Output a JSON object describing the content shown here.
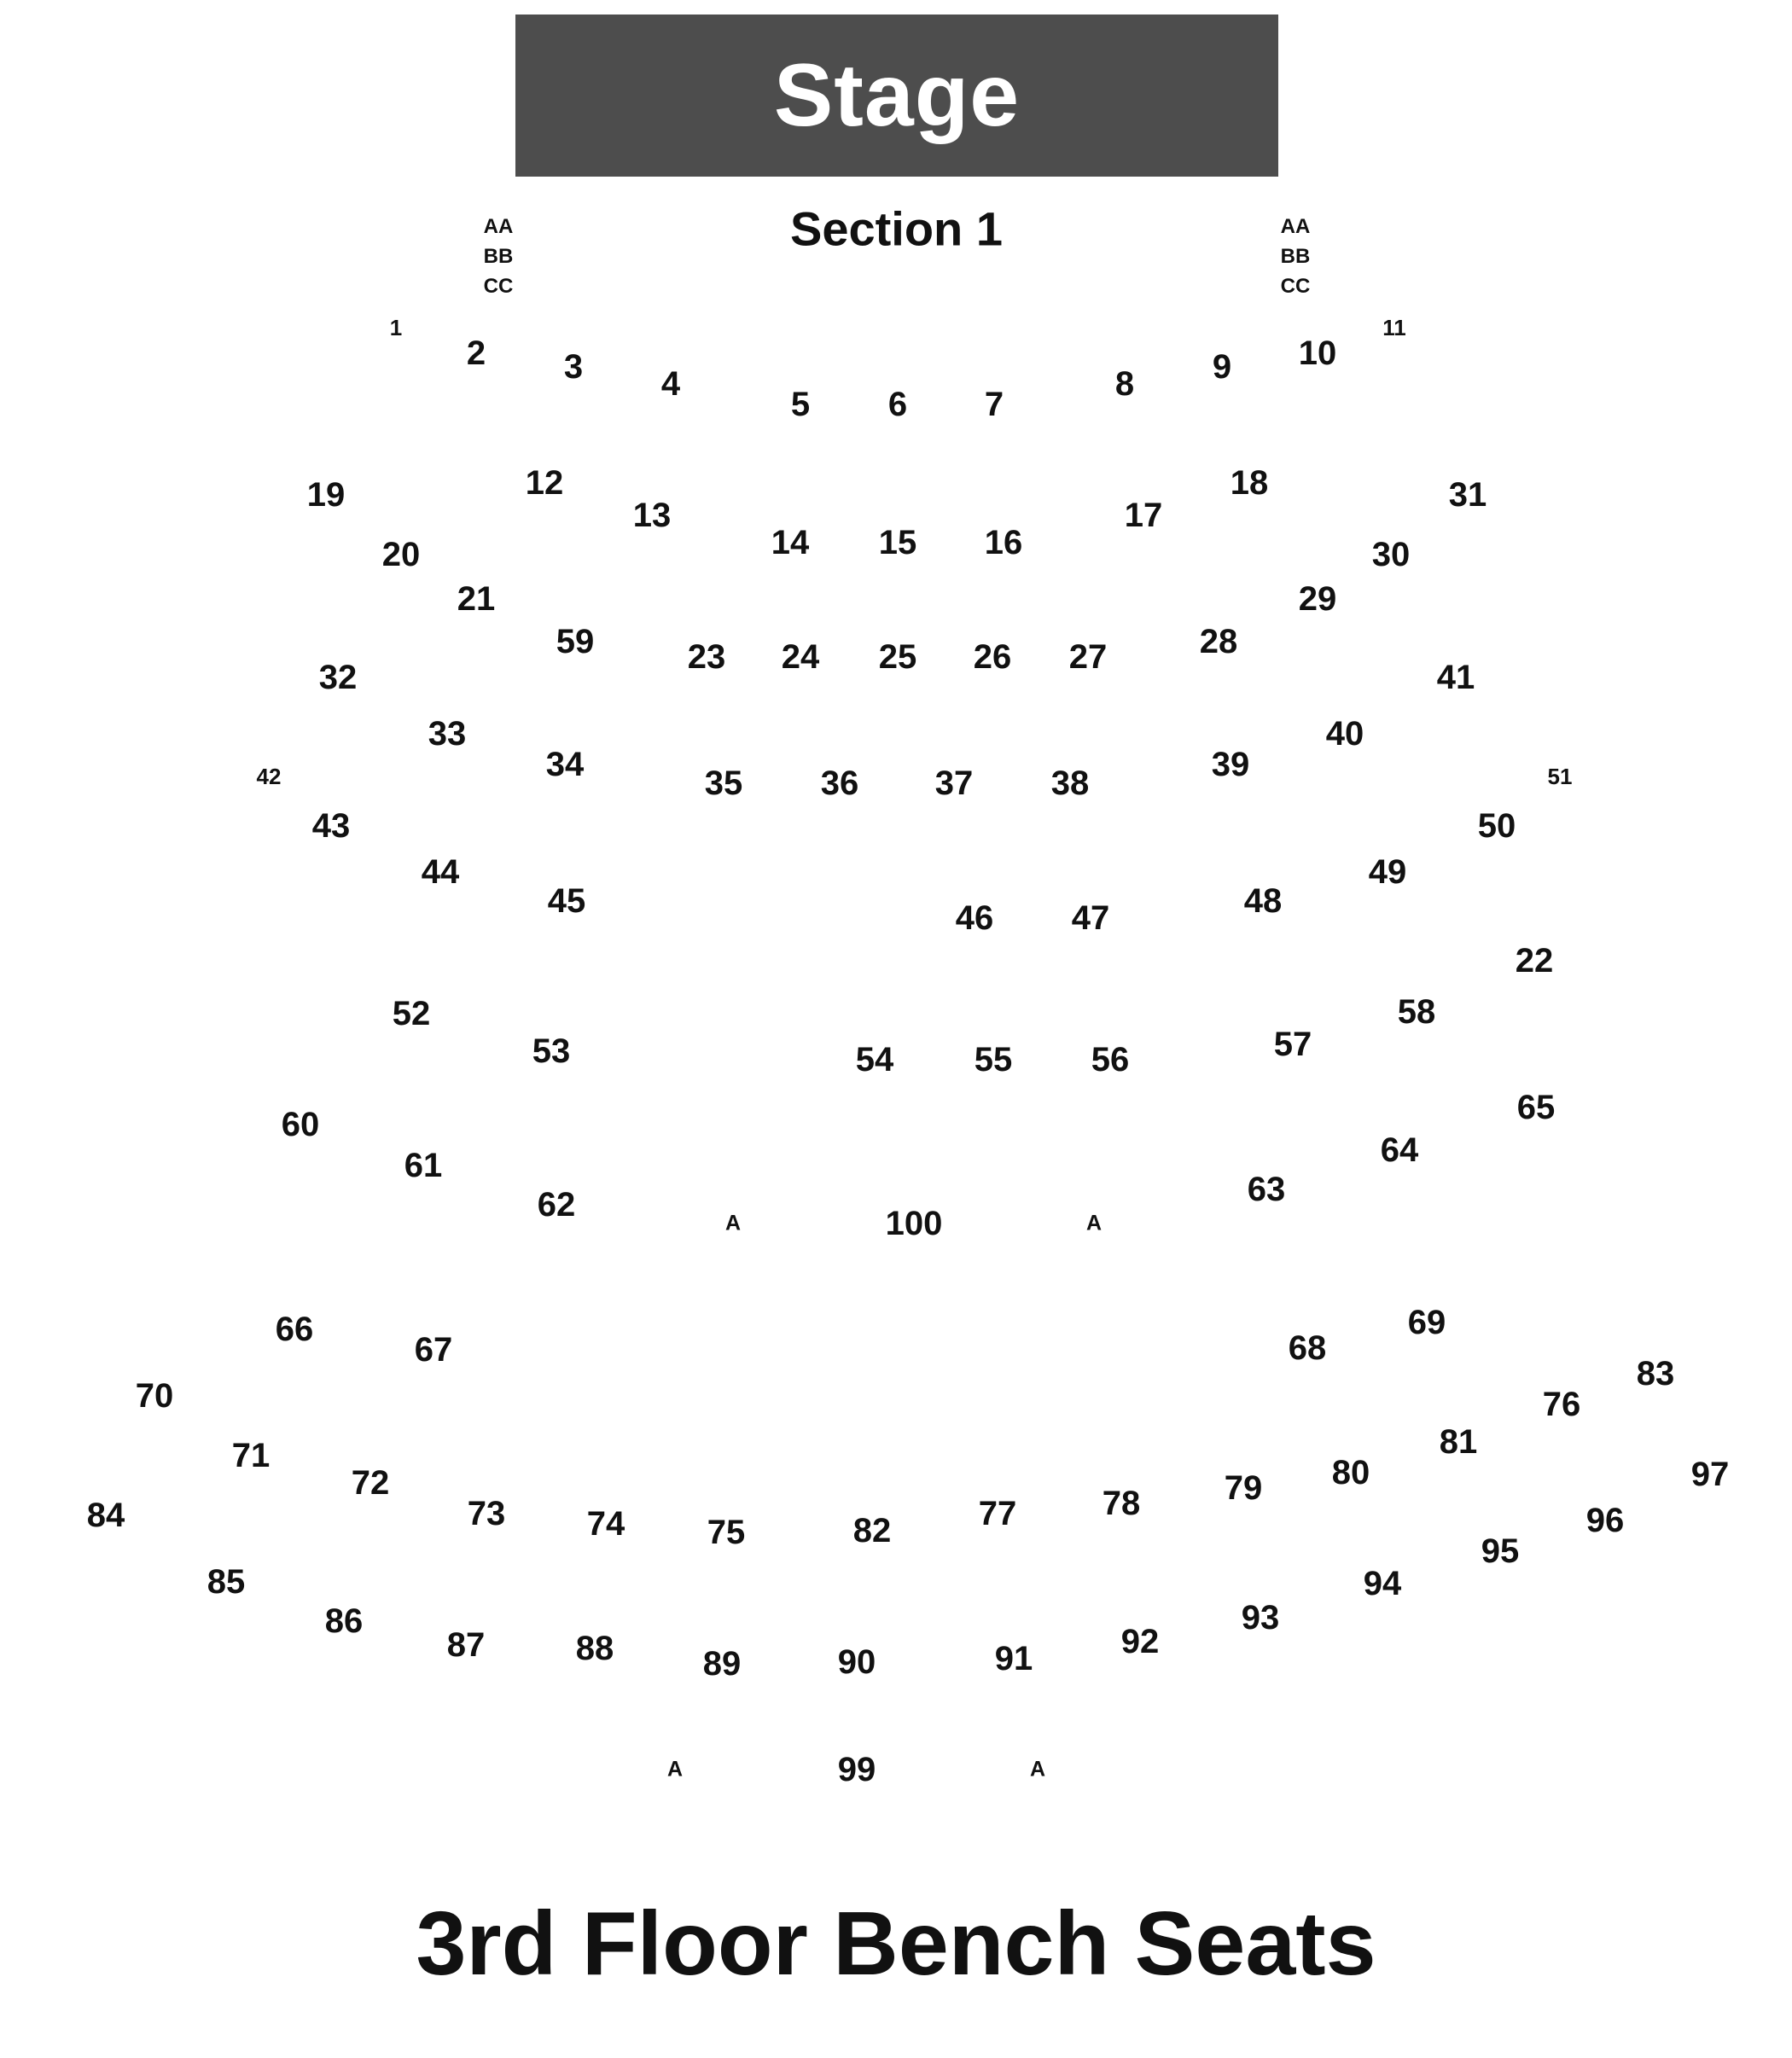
{
  "stage": {
    "label": "Stage"
  },
  "section": {
    "title": "Section 1"
  },
  "row_labels": {
    "left": [
      "AA",
      "BB",
      "CC"
    ],
    "right": [
      "AA",
      "BB",
      "CC"
    ]
  },
  "seats": [
    {
      "label": "1",
      "size": "small"
    },
    {
      "label": "2"
    },
    {
      "label": "3"
    },
    {
      "label": "4"
    },
    {
      "label": "5"
    },
    {
      "label": "6"
    },
    {
      "label": "7"
    },
    {
      "label": "8"
    },
    {
      "label": "9"
    },
    {
      "label": "10"
    },
    {
      "label": "11",
      "size": "small"
    },
    {
      "label": "19"
    },
    {
      "label": "12"
    },
    {
      "label": "13"
    },
    {
      "label": "14"
    },
    {
      "label": "15"
    },
    {
      "label": "16"
    },
    {
      "label": "17"
    },
    {
      "label": "18"
    },
    {
      "label": "31"
    },
    {
      "label": "20"
    },
    {
      "label": "30"
    },
    {
      "label": "21"
    },
    {
      "label": "29"
    },
    {
      "label": "59"
    },
    {
      "label": "23"
    },
    {
      "label": "24"
    },
    {
      "label": "25"
    },
    {
      "label": "26"
    },
    {
      "label": "27"
    },
    {
      "label": "28"
    },
    {
      "label": "32"
    },
    {
      "label": "41"
    },
    {
      "label": "33"
    },
    {
      "label": "40"
    },
    {
      "label": "34"
    },
    {
      "label": "35"
    },
    {
      "label": "36"
    },
    {
      "label": "37"
    },
    {
      "label": "38"
    },
    {
      "label": "39"
    },
    {
      "label": "42",
      "size": "small"
    },
    {
      "label": "51",
      "size": "small"
    },
    {
      "label": "43"
    },
    {
      "label": "50"
    },
    {
      "label": "44"
    },
    {
      "label": "45"
    },
    {
      "label": "46"
    },
    {
      "label": "47"
    },
    {
      "label": "48"
    },
    {
      "label": "49"
    },
    {
      "label": "22"
    },
    {
      "label": "52"
    },
    {
      "label": "58"
    },
    {
      "label": "53"
    },
    {
      "label": "54"
    },
    {
      "label": "55"
    },
    {
      "label": "56"
    },
    {
      "label": "57"
    },
    {
      "label": "60"
    },
    {
      "label": "65"
    },
    {
      "label": "61"
    },
    {
      "label": "64"
    },
    {
      "label": "62"
    },
    {
      "label": "63"
    },
    {
      "label": "A",
      "size": "accessible"
    },
    {
      "label": "100"
    },
    {
      "label": "A",
      "size": "accessible"
    },
    {
      "label": "66"
    },
    {
      "label": "67"
    },
    {
      "label": "68"
    },
    {
      "label": "69"
    },
    {
      "label": "70"
    },
    {
      "label": "76"
    },
    {
      "label": "83"
    },
    {
      "label": "71"
    },
    {
      "label": "72"
    },
    {
      "label": "81"
    },
    {
      "label": "97"
    },
    {
      "label": "84"
    },
    {
      "label": "73"
    },
    {
      "label": "74"
    },
    {
      "label": "75"
    },
    {
      "label": "82"
    },
    {
      "label": "77"
    },
    {
      "label": "78"
    },
    {
      "label": "79"
    },
    {
      "label": "80"
    },
    {
      "label": "96"
    },
    {
      "label": "85"
    },
    {
      "label": "95"
    },
    {
      "label": "86"
    },
    {
      "label": "94"
    },
    {
      "label": "87"
    },
    {
      "label": "88"
    },
    {
      "label": "89"
    },
    {
      "label": "90"
    },
    {
      "label": "91"
    },
    {
      "label": "92"
    },
    {
      "label": "93"
    },
    {
      "label": "A",
      "size": "accessible"
    },
    {
      "label": "99"
    },
    {
      "label": "A",
      "size": "accessible"
    }
  ],
  "floor": {
    "title": "3rd Floor Bench Seats"
  }
}
